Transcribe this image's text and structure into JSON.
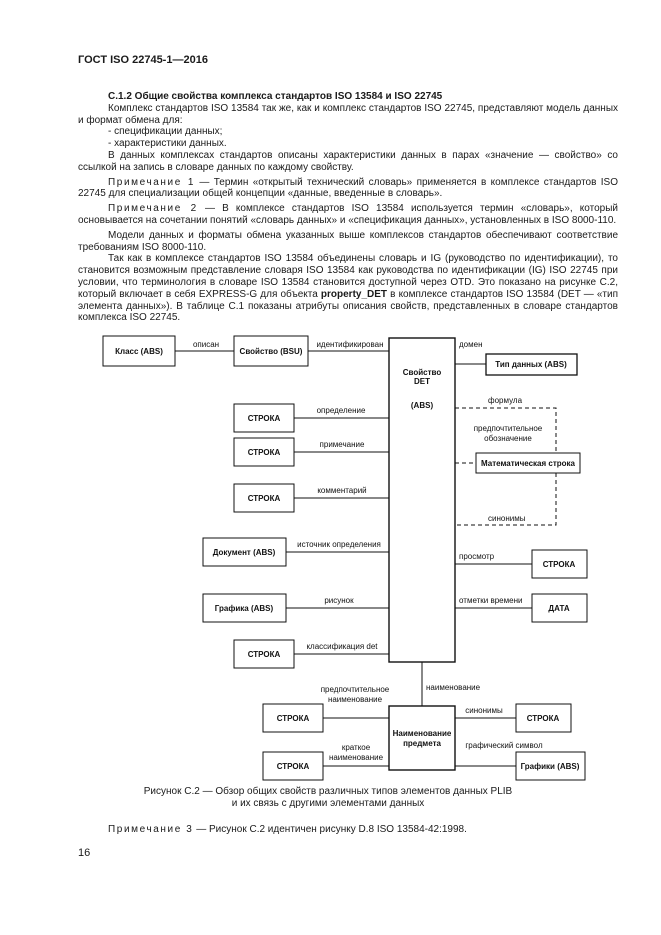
{
  "header": "ГОСТ ISO 22745-1—2016",
  "section": {
    "title": "C.1.2  Общие свойства комплекса стандартов ISO 13584 и ISO 22745",
    "para1": "Комплекс стандартов ISO 13584 так же, как и комплекс стандартов ISO 22745, представляют модель данных и формат обмена для:",
    "bullet1": "- спецификации данных;",
    "bullet2": "- характеристики данных.",
    "para2": "В данных комплексах стандартов описаны характеристики данных в парах «значение — свойство» со ссылкой на запись в словаре данных по каждому свойству.",
    "note1_label": "Примечание 1",
    "note1_text": " — Термин «открытый технический словарь» применяется в комплексе стандартов ISO 22745 для специализации общей концепции «данные, введенные в словарь».",
    "note2_label": "Примечание 2",
    "note2_text": " — В комплексе стандартов ISO 13584 используется термин «словарь», который основывается на сочетании понятий «словарь данных» и «спецификация данных», установленных в ISO 8000-110.",
    "para3": "Модели данных и форматы обмена указанных выше комплексов стандартов обеспечивают соответствие требованиям ISO 8000-110.",
    "para4_a": "Так как в комплексе стандартов ISO 13584 объединены словарь и IG (руководство по идентификации), то становится возможным представление словаря ISO 13584 как руководства по идентификации (IG) ISO 22745 при условии, что терминология в словаре ISO 13584 становится доступной через OTD. Это показано на рисунке С.2, который включает в себя EXPRESS-G для объекта ",
    "para4_bold": "property_DET",
    "para4_b": " в комплексе стандартов ISO 13584 (DET — «тип элемента данных»). В таблице С.1 показаны атрибуты описания свойств, представленных в словаре стандартов комплекса ISO 22745."
  },
  "diagram": {
    "boxes": {
      "klass": "Класс (ABS)",
      "svoistvo_bsu": "Свойство (BSU)",
      "det_line1": "Свойство",
      "det_line2": "DET",
      "det_line3": "(ABS)",
      "tip_dannyh": "Тип данных (ABS)",
      "stroka1": "СТРОКА",
      "stroka2": "СТРОКА",
      "stroka3": "СТРОКА",
      "dokument": "Документ (ABS)",
      "grafika": "Графика (ABS)",
      "stroka4": "СТРОКА",
      "mat_stroka": "Математическая строка",
      "stroka_r1": "СТРОКА",
      "data": "ДАТА",
      "naim_line1": "Наименование",
      "naim_line2": "предмета",
      "stroka_b1": "СТРОКА",
      "stroka_b2": "СТРОКА",
      "stroka_b3": "СТРОКА",
      "grafiki": "Графики (ABS)"
    },
    "labels": {
      "opisan": "описан",
      "identifikatsiya": "идентификирован",
      "domen": "домен",
      "opredelenie": "определение",
      "primechanie": "примечание",
      "kommentariy": "комментарий",
      "istochnik": "источник определения",
      "risunok": "рисунок",
      "klassifikatsiya": "классификация det",
      "formula": "формула",
      "predp1": "предпочтительное",
      "predp2": "обозначение",
      "sinonimy": "синонимы",
      "prosmotr": "просмотр",
      "otmetki": "отметки времени",
      "naimenovanie": "наименование",
      "predp_naim1": "предпочтительное",
      "predp_naim2": "наименование",
      "sinonimy2": "синонимы",
      "kratkoe1": "краткое",
      "kratkoe2": "наименование",
      "graf_simvol": "графический символ"
    }
  },
  "caption": {
    "line1": "Рисунок С.2 — Обзор общих свойств различных типов элементов данных PLIB",
    "line2": "и их связь с другими элементами данных"
  },
  "note3": {
    "label": "Примечание 3",
    "text": " — Рисунок С.2 идентичен рисунку D.8 ISO 13584-42:1998."
  },
  "page_number": "16"
}
